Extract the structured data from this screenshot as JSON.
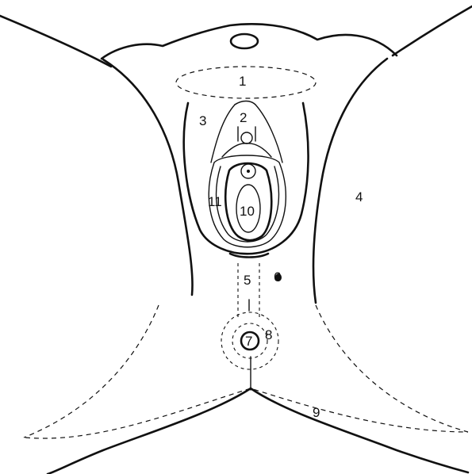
{
  "labels": {
    "l1": "1",
    "l2": "2",
    "l3": "3",
    "l4": "4",
    "l5": "5",
    "l6": "6",
    "l7": "7",
    "l8": "8",
    "l9": "9",
    "l10": "10",
    "l11": "11"
  },
  "colors": {
    "line": "#111111",
    "background": "#ffffff"
  }
}
